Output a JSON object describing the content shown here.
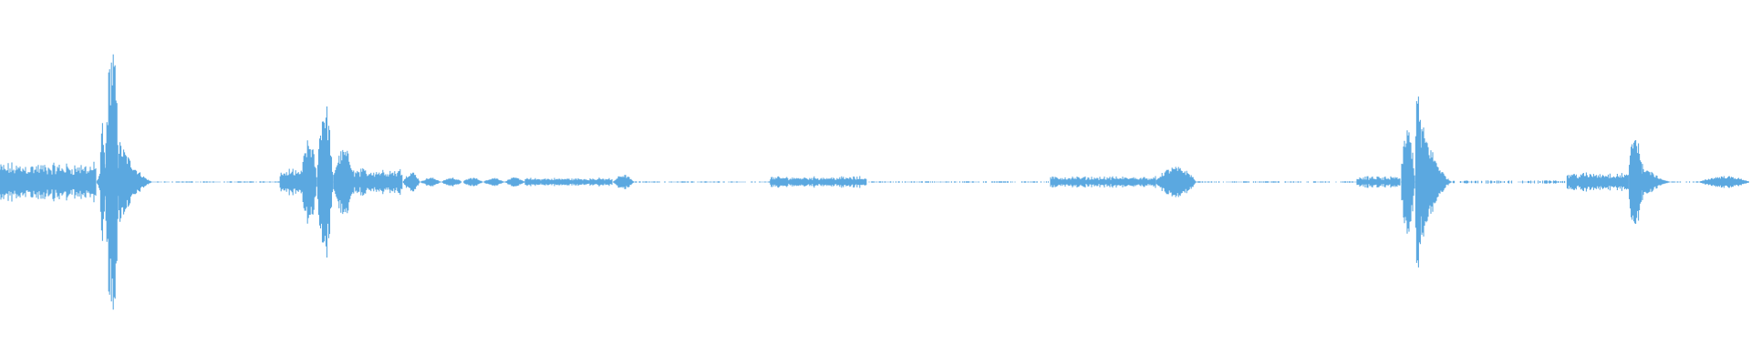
{
  "waveform": {
    "color": "#5ba8e0",
    "baseline_color": "#5ba8e0",
    "description_free": true,
    "segments": [
      {
        "start": 0.0,
        "end": 0.055,
        "amp": 0.14,
        "shape": "noise"
      },
      {
        "start": 0.055,
        "end": 0.062,
        "amp": 0.18,
        "shape": "ramp"
      },
      {
        "start": 0.057,
        "end": 0.06,
        "amp": 0.4,
        "shape": "burst"
      },
      {
        "start": 0.06,
        "end": 0.068,
        "amp": 0.92,
        "shape": "burst"
      },
      {
        "start": 0.068,
        "end": 0.088,
        "amp": 0.28,
        "shape": "decay"
      },
      {
        "start": 0.088,
        "end": 0.16,
        "amp": 0.01,
        "shape": "sparse"
      },
      {
        "start": 0.16,
        "end": 0.172,
        "amp": 0.09,
        "shape": "noise"
      },
      {
        "start": 0.172,
        "end": 0.181,
        "amp": 0.28,
        "shape": "burst"
      },
      {
        "start": 0.181,
        "end": 0.19,
        "amp": 0.54,
        "shape": "burst"
      },
      {
        "start": 0.19,
        "end": 0.203,
        "amp": 0.22,
        "shape": "burst"
      },
      {
        "start": 0.203,
        "end": 0.23,
        "amp": 0.1,
        "shape": "noise"
      },
      {
        "start": 0.23,
        "end": 0.24,
        "amp": 0.07,
        "shape": "blob"
      },
      {
        "start": 0.24,
        "end": 0.3,
        "amp": 0.03,
        "shape": "blobs"
      },
      {
        "start": 0.3,
        "end": 0.35,
        "amp": 0.03,
        "shape": "noise"
      },
      {
        "start": 0.35,
        "end": 0.362,
        "amp": 0.05,
        "shape": "blob"
      },
      {
        "start": 0.362,
        "end": 0.44,
        "amp": 0.01,
        "shape": "sparse"
      },
      {
        "start": 0.44,
        "end": 0.495,
        "amp": 0.04,
        "shape": "noise"
      },
      {
        "start": 0.495,
        "end": 0.6,
        "amp": 0.01,
        "shape": "sparse"
      },
      {
        "start": 0.6,
        "end": 0.66,
        "amp": 0.04,
        "shape": "noise"
      },
      {
        "start": 0.66,
        "end": 0.683,
        "amp": 0.1,
        "shape": "burst"
      },
      {
        "start": 0.683,
        "end": 0.775,
        "amp": 0.01,
        "shape": "sparse"
      },
      {
        "start": 0.775,
        "end": 0.8,
        "amp": 0.04,
        "shape": "noise"
      },
      {
        "start": 0.8,
        "end": 0.808,
        "amp": 0.36,
        "shape": "burst"
      },
      {
        "start": 0.808,
        "end": 0.812,
        "amp": 0.66,
        "shape": "burst"
      },
      {
        "start": 0.812,
        "end": 0.83,
        "amp": 0.4,
        "shape": "decay"
      },
      {
        "start": 0.83,
        "end": 0.895,
        "amp": 0.02,
        "shape": "sparse"
      },
      {
        "start": 0.895,
        "end": 0.93,
        "amp": 0.07,
        "shape": "noise"
      },
      {
        "start": 0.93,
        "end": 0.938,
        "amp": 0.36,
        "shape": "burst"
      },
      {
        "start": 0.938,
        "end": 0.955,
        "amp": 0.12,
        "shape": "decay"
      },
      {
        "start": 0.955,
        "end": 0.97,
        "amp": 0.01,
        "shape": "sparse"
      },
      {
        "start": 0.97,
        "end": 1.0,
        "amp": 0.04,
        "shape": "blob"
      }
    ]
  }
}
